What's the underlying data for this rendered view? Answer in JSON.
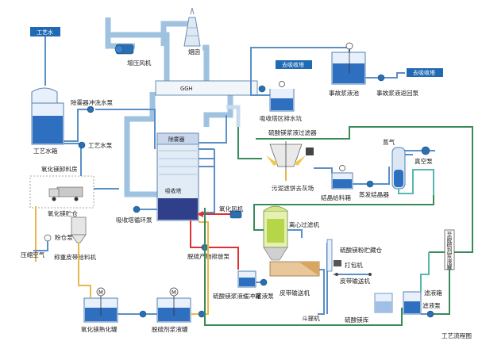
{
  "title": "工艺流程图",
  "labels": {
    "process_water_box": "工艺水",
    "process_water_tank": "工艺水箱",
    "process_water_pump": "工艺水泵",
    "demister_pump": "除雾器冲洗水泵",
    "booster_fan": "增压风机",
    "chimney": "烟囱",
    "ggh": "GGH",
    "demister": "除雾器",
    "absorber": "吸收塔",
    "recirc_pump": "吸收塔循环泵",
    "oxidation_fan": "氧化风机",
    "discharge_pump": "脱硫产物排放泵",
    "mgo_room": "氧化镁卸料房",
    "mgo_silo": "氧化镁贮仓",
    "powder_pump": "粉仓泵",
    "compressed_air": "压缩空气",
    "screw_feeder": "称重皮带给料机",
    "slaking_tank": "氧化镁熟化罐",
    "slurry_tank": "脱硫剂浆液罐",
    "to_absorber": "去吸收塔",
    "accident_tank": "事故浆液池",
    "accident_pump": "事故浆液返回泵",
    "to_absorber2": "去吸收塔",
    "drain_pit": "吸收塔区排水坑",
    "filter": "硫酸镁浆液过滤器",
    "sludge": "污泥滤饼去灰场",
    "crystal_feed": "结晶给料箱",
    "evaporator": "蒸发结晶器",
    "steam": "蒸气",
    "vacuum_pump": "真空泵",
    "centrifuge": "离心过滤机",
    "buffer_tank": "硫酸镁浆液缓冲箱",
    "slurry_pump": "浆液泵",
    "belt_conveyor": "皮带输送机",
    "mgso4_silo": "硫酸镁粉贮藏仓",
    "packer": "打包机",
    "belt_conveyor2": "皮带输送机",
    "bucket_elevator": "斗提机",
    "mgso4_store": "硫酸镁库",
    "filtrate_tank": "滤液箱",
    "filtrate_pump": "滤液泵",
    "to_slurry": "至脱硫剂浆液罐",
    "m1": "M",
    "m2": "M"
  }
}
